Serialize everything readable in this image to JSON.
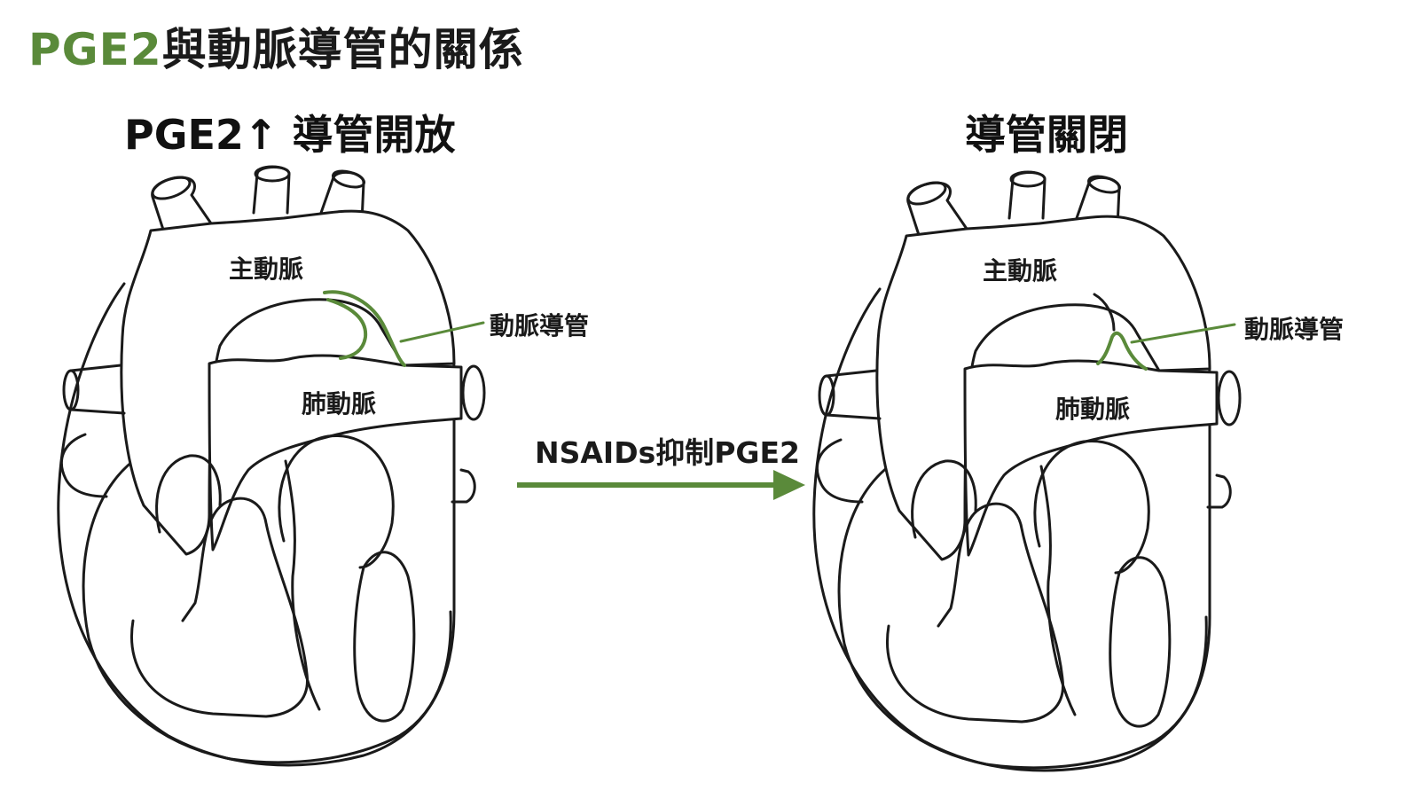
{
  "title": {
    "prefix": "PGE2",
    "rest": "與動脈導管的關係"
  },
  "left_panel": {
    "heading": "PGE2↑  導管開放",
    "aorta_label": "主動脈",
    "pulmonary_label": "肺動脈",
    "duct_label": "動脈導管",
    "duct_state": "open"
  },
  "right_panel": {
    "heading": "導管關閉",
    "aorta_label": "主動脈",
    "pulmonary_label": "肺動脈",
    "duct_label": "動脈導管",
    "duct_state": "closed"
  },
  "arrow": {
    "label": "NSAIDs抑制PGE2"
  },
  "colors": {
    "accent": "#5a8a3a",
    "line": "#1a1a1a"
  }
}
